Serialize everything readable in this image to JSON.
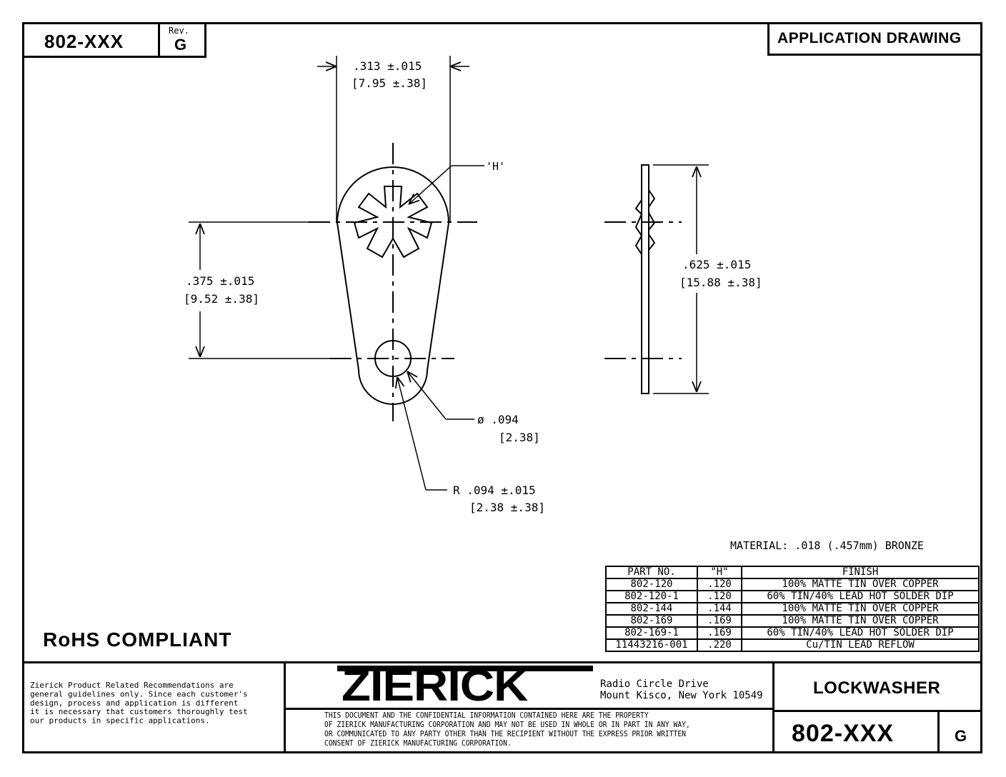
{
  "header": {
    "part_number": "802-XXX",
    "rev_label": "Rev.",
    "rev_value": "G",
    "drawing_type": "APPLICATION DRAWING"
  },
  "dimensions": {
    "width_in": ".313 ±.015",
    "width_mm": "[7.95 ±.38]",
    "center_in": ".375 ±.015",
    "center_mm": "[9.52 ±.38]",
    "height_in": ".625 ±.015",
    "height_mm": "[15.88 ±.38]",
    "h_label": "'H'",
    "hole_in": "ø .094",
    "hole_mm": "[2.38]",
    "radius_in": "R .094 ±.015",
    "radius_mm": "[2.38 ±.38]"
  },
  "material": "MATERIAL: .018 (.457mm) BRONZE",
  "finish_table": {
    "headers": [
      "PART NO.",
      "\"H\"",
      "FINISH"
    ],
    "rows": [
      [
        "802-120",
        ".120",
        "100% MATTE TIN OVER COPPER"
      ],
      [
        "802-120-1",
        ".120",
        "60% TIN/40% LEAD HOT SOLDER DIP"
      ],
      [
        "802-144",
        ".144",
        "100% MATTE TIN OVER COPPER"
      ],
      [
        "802-169",
        ".169",
        "100% MATTE TIN OVER COPPER"
      ],
      [
        "802-169-1",
        ".169",
        "60% TIN/40% LEAD HOT SOLDER DIP"
      ],
      [
        "11443216-001",
        ".220",
        "Cu/TIN LEAD REFLOW"
      ]
    ]
  },
  "rohs": "RoHS COMPLIANT",
  "footer": {
    "recommendation_lines": [
      "Zierick Product Related Recommendations are",
      "general guidelines only. Since each customer's",
      "design, process and application is different",
      "it is necessary that customers thoroughly test",
      "our products in specific applications."
    ],
    "company": "ZIERICK",
    "address_line1": "Radio Circle Drive",
    "address_line2": "Mount Kisco, New York 10549",
    "disclaimer_lines": [
      "THIS DOCUMENT AND THE CONFIDENTIAL INFORMATION CONTAINED HERE ARE THE PROPERTY",
      "OF ZIERICK MANUFACTURING CORPORATION AND MAY NOT BE USED IN WHOLE OR IN PART IN ANY WAY,",
      "OR COMMUNICATED TO ANY PARTY OTHER THAN THE RECIPIENT WITHOUT THE EXPRESS PRIOR WRITTEN",
      "CONSENT OF ZIERICK MANUFACTURING CORPORATION."
    ],
    "title": "LOCKWASHER",
    "part_number": "802-XXX",
    "rev": "G"
  }
}
